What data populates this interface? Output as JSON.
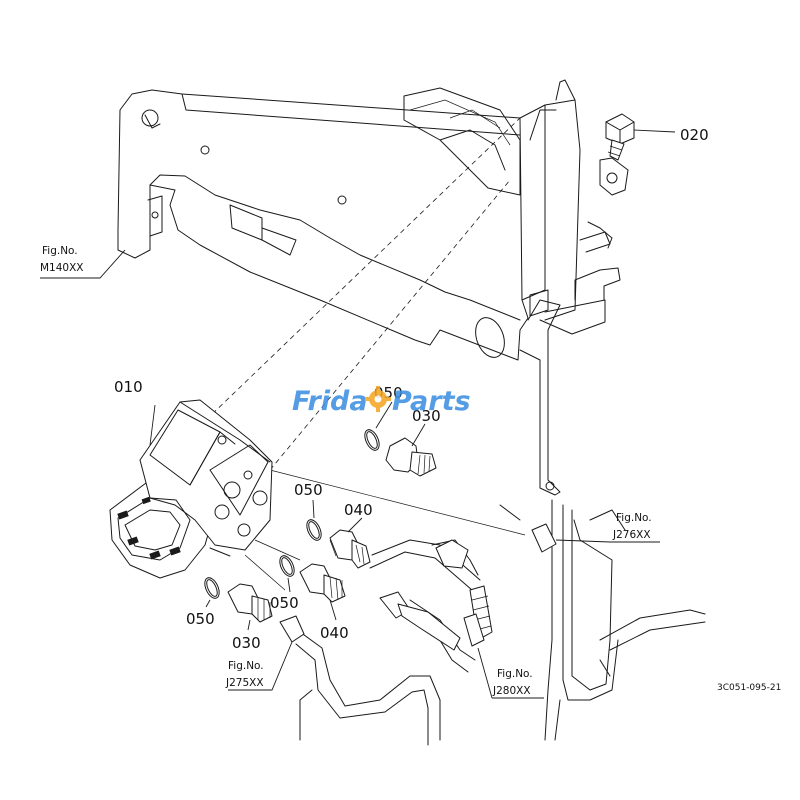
{
  "parts": {
    "p010": "010",
    "p020": "020",
    "p030a": "030",
    "p030b": "030",
    "p040a": "040",
    "p040b": "040",
    "p050a": "050",
    "p050b": "050",
    "p050c": "050",
    "p050d": "050"
  },
  "figure_refs": {
    "m140": {
      "label": "Fig.No.",
      "code": "M140XX"
    },
    "j276": {
      "label": "Fig.No.",
      "code": "J276XX"
    },
    "j275": {
      "label": "Fig.No.",
      "code": "J275XX"
    },
    "j280": {
      "label": "Fig.No.",
      "code": "J280XX"
    }
  },
  "drawing_code": "3C051-095-21",
  "watermark": {
    "left": "Frida",
    "right": "Parts",
    "color_blue": "#3d8fe0",
    "color_orange": "#f5a623"
  }
}
